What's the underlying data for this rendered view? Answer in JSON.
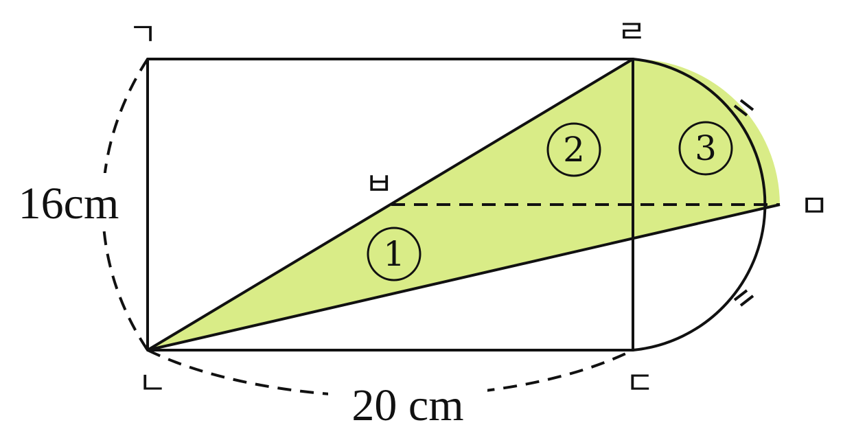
{
  "points": {
    "top_left": "ㄱ",
    "bottom_left": "ㄴ",
    "bottom_right": "ㄷ",
    "top_right": "ㄹ",
    "arc_right": "ㅁ",
    "mid_point": "ㅂ"
  },
  "dimensions": {
    "height": "16cm",
    "width": "20 cm"
  },
  "regions": {
    "region_1": "1",
    "region_2": "2",
    "region_3": "3"
  },
  "colors": {
    "shade": "#d9ec87",
    "stroke": "#111111"
  }
}
